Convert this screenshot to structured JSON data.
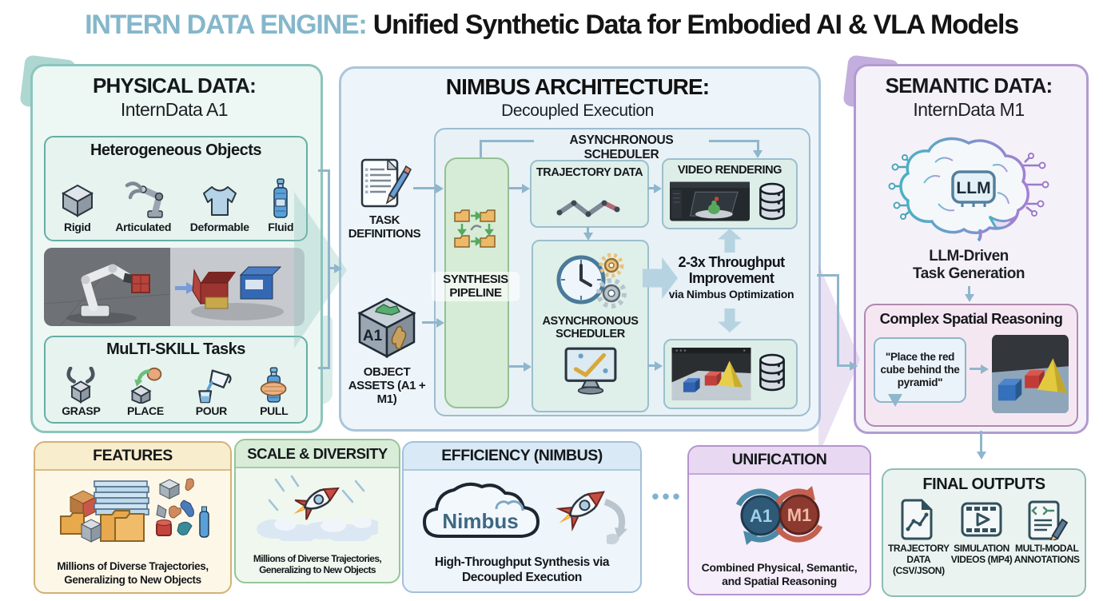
{
  "colors": {
    "brand_blue": "#85b7cb",
    "teal_border": "#8cc5bd",
    "blue_border": "#abc5da",
    "purple_border": "#b19bd1",
    "arrow_blue": "#8fb6cc",
    "pipeline_green": "#d6ecd6"
  },
  "title": {
    "brand": "INTERN DATA ENGINE:",
    "rest": " Unified Synthetic Data for Embodied AI & VLA Models"
  },
  "physical": {
    "title": "PHYSICAL DATA:",
    "subtitle": "InternData A1",
    "hetero": {
      "title": "Heterogeneous Objects",
      "items": [
        {
          "label": "Rigid",
          "icon": "cube-icon"
        },
        {
          "label": "Articulated",
          "icon": "robot-arm-icon"
        },
        {
          "label": "Deformable",
          "icon": "tshirt-icon"
        },
        {
          "label": "Fluid",
          "icon": "bottle-icon"
        }
      ]
    },
    "skills": {
      "title": "MuLTI-SKILL Tasks",
      "items": [
        {
          "label": "GRASP",
          "icon": "gripper-cube-icon"
        },
        {
          "label": "PLACE",
          "icon": "place-cube-icon"
        },
        {
          "label": "POUR",
          "icon": "pour-jug-icon"
        },
        {
          "label": "PULL",
          "icon": "hand-bottle-icon"
        }
      ]
    }
  },
  "nimbus": {
    "title": "NIMBUS ARCHITECTURE:",
    "subtitle": "Decoupled Execution",
    "task_definitions": "TASK DEFINITIONS",
    "object_assets": "OBJECT ASSETS (A1 + M1)",
    "assets_cube_label": "A1",
    "group_label": "ASYNCHRONOUS SCHEDULER",
    "synthesis_pipeline": "SYNTHESIS PIPELINE",
    "trajectory_data": "TRAJECTORY DATA",
    "async_scheduler": "ASYNCHRONOUS SCHEDULER",
    "video_rendering": "VIDEO RENDERING",
    "throughput_line1": "2-3x Throughput",
    "throughput_line2": "Improvement",
    "throughput_sub": "via Nimbus Optimization"
  },
  "semantic": {
    "title": "SEMANTIC DATA:",
    "subtitle": "InternData M1",
    "chip": "LLM",
    "caption_line1": "LLM-Driven",
    "caption_line2": "Task Generation",
    "spatial": {
      "title": "Complex Spatial Reasoning",
      "bubble": "\"Place the red cube behind the pyramid\""
    }
  },
  "ellipsis": "•••",
  "cards": {
    "features": {
      "title": "FEATURES",
      "text": "Millions of Diverse Trajectories, Generalizing to New Objects"
    },
    "scale": {
      "title": "SCALE & DIVERSITY",
      "text": "Millions of Diverse Trajectories, Generalizing to New Objects"
    },
    "efficiency": {
      "title": "EFFICIENCY (NIMBUS)",
      "cloud": "Nimbus",
      "text": "High-Throughput Synthesis via Decoupled Execution"
    },
    "unification": {
      "title": "UNIFICATION",
      "a1": "A1",
      "m1": "M1",
      "text": "Combined Physical, Semantic, and Spatial Reasoning"
    },
    "final": {
      "title": "FINAL OUTPUTS",
      "outputs": [
        {
          "label": "TRAJECTORY DATA (CSV/JSON)",
          "icon": "trajectory-file-icon"
        },
        {
          "label": "SIMULATION VIDEOS (MP4)",
          "icon": "filmstrip-play-icon"
        },
        {
          "label": "MULTI-MODAL ANNOTATIONS",
          "icon": "annotation-doc-icon"
        }
      ]
    }
  }
}
